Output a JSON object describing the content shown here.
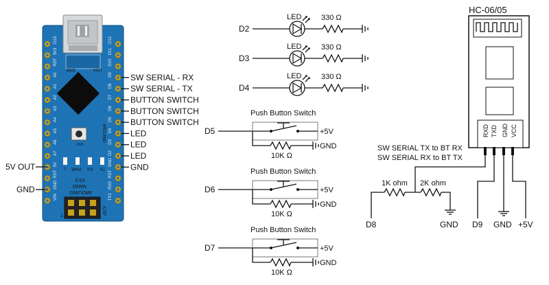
{
  "arduino": {
    "usb_year": "2009",
    "usb_text": "USA",
    "board_name": "ARDUINO",
    "board_sub": "NANO",
    "version": "V3.0",
    "reset_label": "RST",
    "led_labels": [
      "L",
      "PWR",
      "RX",
      "TX"
    ],
    "left_pins": [
      "D13",
      "3V3",
      "REF",
      "A0",
      "A1",
      "A2",
      "A3",
      "A4",
      "A5",
      "A6",
      "A7",
      "5V",
      "RST",
      "GND",
      "VIN"
    ],
    "right_pins": [
      "D12",
      "D11",
      "D10",
      "D9",
      "D8",
      "D7",
      "D6",
      "D5",
      "D4",
      "D3",
      "D2",
      "GND",
      "RST",
      "RX0",
      "TX1"
    ],
    "icsp": "ICSP",
    "one": "1"
  },
  "left_labels": {
    "five_v_out": "5V OUT",
    "gnd": "GND"
  },
  "right_labels": [
    "SW SERIAL - RX",
    "SW SERIAL - TX",
    "BUTTON SWITCH",
    "BUTTON SWITCH",
    "BUTTON SWITCH",
    "LED",
    "LED",
    "LED",
    "GND"
  ],
  "leds": [
    {
      "pin": "D2",
      "led": "LED",
      "res": "330 Ω"
    },
    {
      "pin": "D3",
      "led": "LED",
      "res": "330 Ω"
    },
    {
      "pin": "D4",
      "led": "LED",
      "res": "330 Ω"
    }
  ],
  "buttons": [
    {
      "title": "Push Button Switch",
      "pin": "D5",
      "vcc": "+5V",
      "gnd": "GND",
      "res": "10K Ω"
    },
    {
      "title": "Push Button Switch",
      "pin": "D6",
      "vcc": "+5V",
      "gnd": "GND",
      "res": "10K Ω"
    },
    {
      "title": "Push Button Switch",
      "pin": "D7",
      "vcc": "+5V",
      "gnd": "GND",
      "res": "10K Ω"
    }
  ],
  "bt": {
    "title": "HC-06/05",
    "pins": [
      "RXD",
      "TXD",
      "GND",
      "VCC"
    ],
    "note1": "SW SERIAL TX to BT RX",
    "note2": "SW SERIAL RX to BT TX",
    "r1": "1K ohm",
    "r2": "2K ohm",
    "d8": "D8",
    "gnd_div": "GND",
    "d9": "D9",
    "gnd": "GND",
    "vcc": "+5V"
  }
}
